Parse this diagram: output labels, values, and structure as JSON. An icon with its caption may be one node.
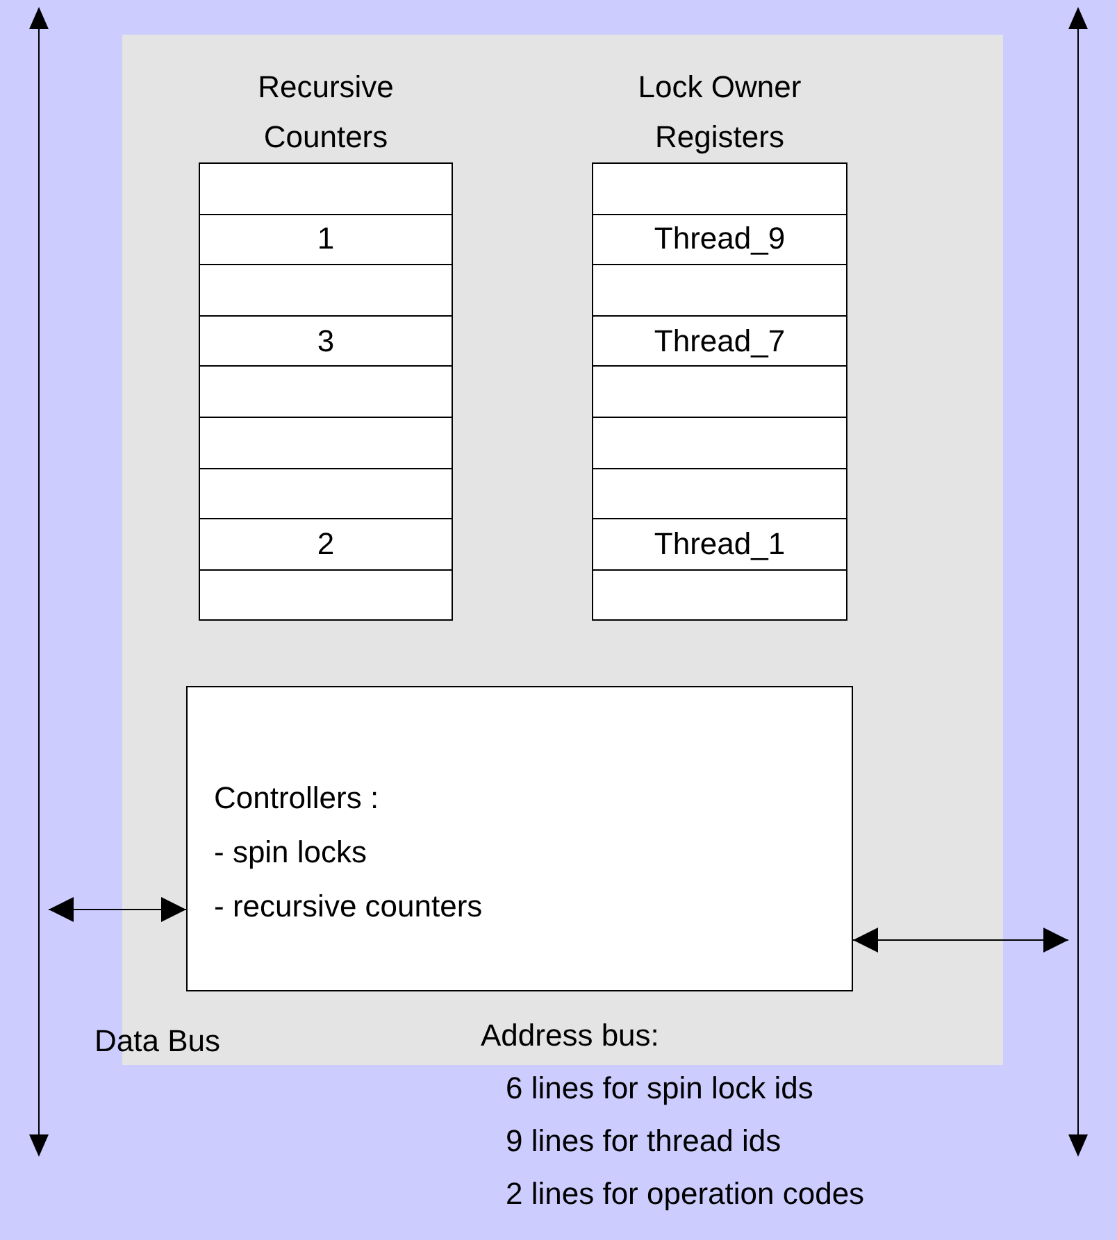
{
  "diagram": {
    "nodes": [
      {
        "text": [],
        "shape": "box"
      },
      {
        "text": [
          "Recursive Counters"
        ],
        "in": 0
      },
      {
        "text": [],
        "shape": "box",
        "in": 1
      },
      {
        "text": [
          "1"
        ],
        "in": 1
      },
      {
        "text": [],
        "shape": "box",
        "in": 1
      },
      {
        "text": [
          "3"
        ],
        "in": 1
      },
      {
        "text": [],
        "shape": "box",
        "in": 1
      },
      {
        "text": [],
        "shape": "box",
        "in": 1
      },
      {
        "text": [],
        "shape": "box",
        "in": 1
      },
      {
        "text": [
          "2"
        ],
        "in": 1
      },
      {
        "text": [],
        "shape": "box",
        "in": 1
      },
      {
        "text": [
          "Lock Owner Registers"
        ],
        "in": 0
      },
      {
        "text": [],
        "shape": "box",
        "in": 11
      },
      {
        "text": [
          "Thread_9"
        ],
        "in": 11
      },
      {
        "text": [],
        "shape": "box",
        "in": 11
      },
      {
        "text": [
          "Thread_7"
        ],
        "in": 11
      },
      {
        "text": [],
        "shape": "box",
        "in": 11
      },
      {
        "text": [],
        "shape": "box",
        "in": 11
      },
      {
        "text": [],
        "shape": "box",
        "in": 11
      },
      {
        "text": [
          "Thread_1"
        ],
        "in": 11
      },
      {
        "text": [],
        "shape": "box",
        "in": 11
      },
      {
        "text": [
          "Controllers :",
          "- spin locks",
          "- recursive counters"
        ],
        "in": 0
      },
      {
        "text": [],
        "shape": "bar"
      },
      {
        "text": [],
        "shape": "bar"
      }
    ],
    "edges": [
      {
        "from": 22,
        "to": 21,
        "arrow": "both"
      },
      {
        "from": 21,
        "to": 23,
        "arrow": "both"
      }
    ],
    "labels": [
      "Data Bus",
      "Address bus:",
      "6 lines for spin lock ids",
      "9 lines for thread ids",
      "2 lines for operation codes"
    ]
  }
}
